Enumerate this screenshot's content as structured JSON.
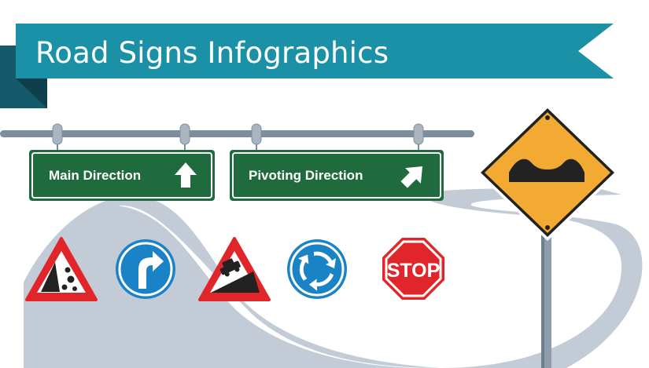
{
  "banner": {
    "title": "Road Signs Infographics"
  },
  "direction_signs": [
    {
      "label": "Main Direction",
      "icon": "arrow-up-icon"
    },
    {
      "label": "Pivoting Direction",
      "icon": "arrow-up-right-icon"
    }
  ],
  "road_signs": [
    {
      "icon": "falling-rocks-warning-icon"
    },
    {
      "icon": "turn-right-mandatory-icon"
    },
    {
      "icon": "steep-hill-warning-icon"
    },
    {
      "icon": "roundabout-icon"
    },
    {
      "icon": "stop-sign-icon",
      "text": "STOP"
    },
    {
      "icon": "speed-bumps-warning-icon"
    }
  ],
  "colors": {
    "banner": "#1b91a8",
    "banner_dark": "#155a6a",
    "sign_green": "#1f6b3d",
    "warning_red": "#e0262a",
    "mandatory_blue": "#1a83c6",
    "stop_red": "#e0262a",
    "diamond_yellow": "#f3aa32",
    "road_gray": "#c3ccd6"
  }
}
